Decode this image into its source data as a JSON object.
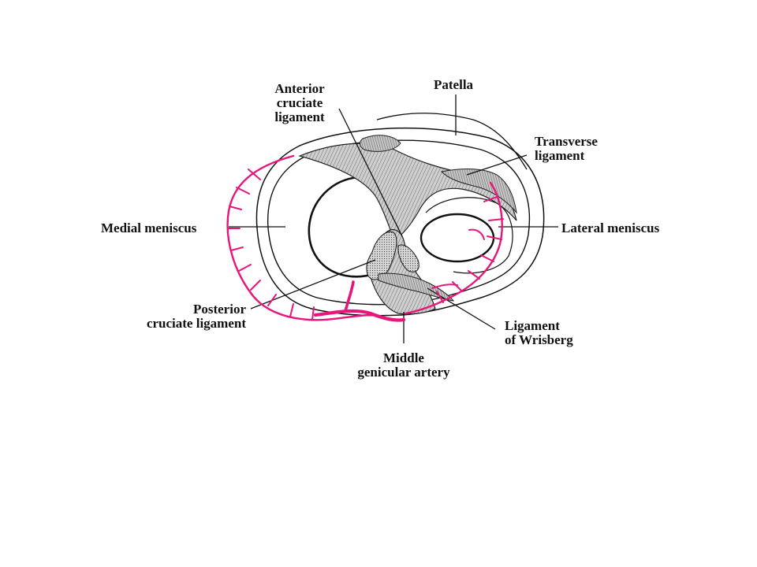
{
  "diagram": {
    "labels": {
      "anterior_cruciate": [
        "Anterior",
        "cruciate",
        "ligament"
      ],
      "patella": "Patella",
      "transverse": [
        "Transverse",
        "ligament"
      ],
      "medial_meniscus": "Medial meniscus",
      "lateral_meniscus": "Lateral meniscus",
      "posterior_cruciate": [
        "Posterior",
        "cruciate ligament"
      ],
      "wrisberg": [
        "Ligament",
        "of Wrisberg"
      ],
      "middle_genicular": [
        "Middle",
        "genicular artery"
      ]
    },
    "colors": {
      "vessel": "#e8157a",
      "outline": "#111111",
      "ligament_fill": "#b9b9b9"
    }
  }
}
